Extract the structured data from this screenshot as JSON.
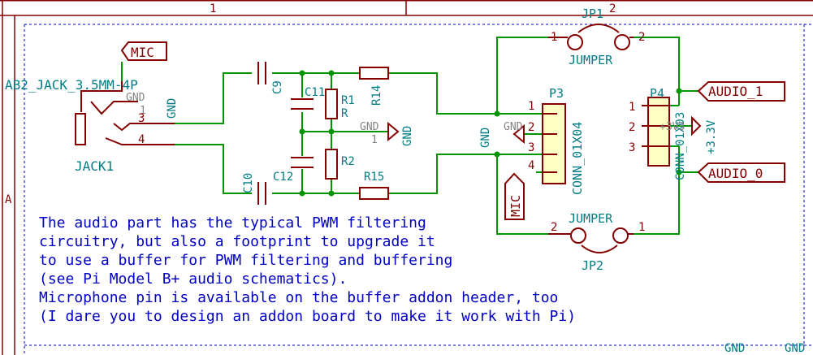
{
  "frame": {
    "col1": "1",
    "col2": "2",
    "row_a": "A"
  },
  "labels": {
    "mic_top": "MIC",
    "mic_p3": "MIC",
    "audio_1": "AUDIO_1",
    "audio_0": "AUDIO_0",
    "jack_part": "AB2_JACK_3.5MM-4P",
    "jack_ref": "JACK1",
    "jack_pin3": "3",
    "jack_pin4": "4",
    "jack_gnd": "GND",
    "jack_gnd_pin": "1",
    "jack_gnd2": "GND",
    "c9": "C9",
    "c10": "C10",
    "c11": "C11",
    "c12": "C12",
    "r1": "R1",
    "r1b": "R",
    "r2": "R2",
    "r14": "R14",
    "r15": "R15",
    "gnd_mid": "GND",
    "gnd_mid_pin": "1",
    "gnd_mid2": "GND",
    "gnd_p3": "GND",
    "gnd_p3b": "GND",
    "p3": "P3",
    "p3_value": "CONN_01X04",
    "p3_pins": [
      "1",
      "2",
      "3",
      "4"
    ],
    "p4": "P4",
    "p4_value": "CONN_01X03",
    "p4_pins": [
      "1",
      "2",
      "3"
    ],
    "p4_net": "+3.3V",
    "p4_net2": "+3V3",
    "jp1": "JP1",
    "jp2": "JP2",
    "jumper1": "JUMPER",
    "jumper2": "JUMPER",
    "jp1_pin1": "1",
    "jp1_pin2": "2",
    "jp2_pin1": "1",
    "jp2_pin2": "2",
    "gnd_bottom1": "GND",
    "gnd_bottom2": "GND"
  },
  "note": [
    "The audio part has the typical PWM filtering",
    "circuitry, but also a footprint to upgrade it",
    "to use a buffer for PWM filtering and buffering",
    "(see Pi Model B+ audio schematics).",
    "Microphone pin is available on the buffer addon header, too",
    "(I dare you to design an addon board to make it work with Pi)"
  ]
}
